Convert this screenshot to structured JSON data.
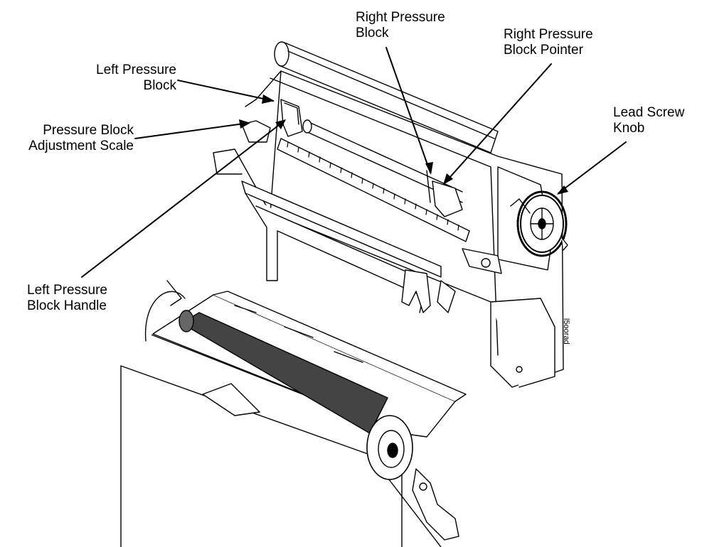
{
  "labels": {
    "left_pressure_block": [
      "Left Pressure",
      "Block"
    ],
    "pressure_block_adjustment_scale": [
      "Pressure Block",
      "Adjustment Scale"
    ],
    "left_pressure_block_handle": [
      "Left Pressure",
      "Block Handle"
    ],
    "right_pressure_block": [
      "Right Pressure",
      "Block"
    ],
    "right_pressure_block_pointer": [
      "Right Pressure",
      "Block Pointer"
    ],
    "lead_screw_knob": [
      "Lead Screw",
      "Knob"
    ]
  },
  "figure_id": "l5oorad",
  "colors": {
    "ink": "#000000",
    "roller": "#444444",
    "paper": "#ffffff"
  }
}
